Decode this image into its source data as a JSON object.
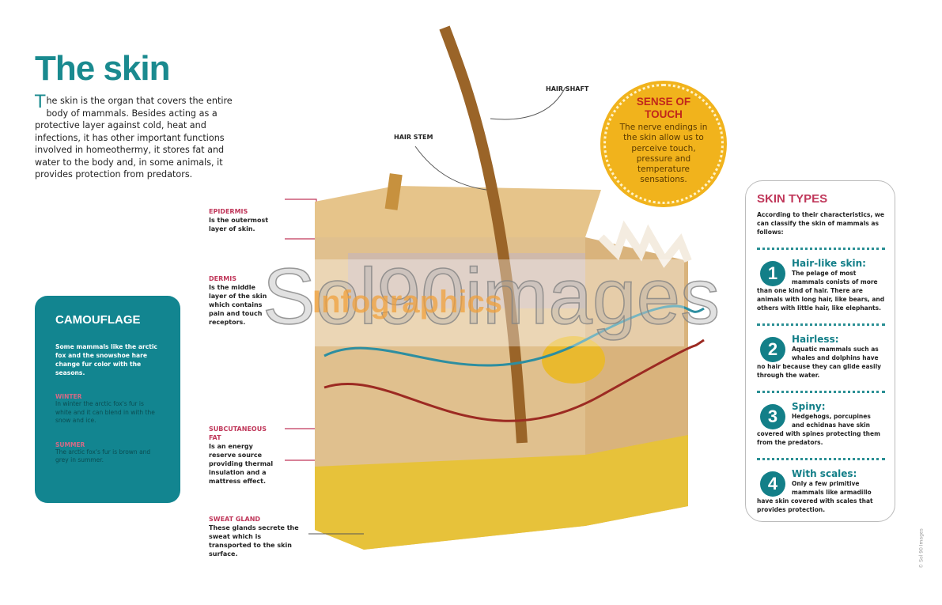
{
  "title": "The skin",
  "intro": {
    "cap": "T",
    "text": "he skin is the organ that covers the entire body of mammals. Besides acting as a protective layer against cold, heat and infections, it has other important functions involved in homeothermy, it stores fat and water to the body and, in some animals, it provides protection from predators."
  },
  "labels": {
    "hair_shaft": "HAIR SHAFT",
    "hair_stem": "HAIR STEM",
    "epidermis": {
      "h": "EPIDERMIS",
      "t": "Is the outermost layer of skin."
    },
    "dermis": {
      "h": "DERMIS",
      "t": "Is the middle layer of the skin which contains pain and touch receptors."
    },
    "fat": {
      "h": "SUBCUTANEOUS FAT",
      "t": "Is an energy reserve source providing thermal insulation and a mattress effect."
    },
    "sweat": {
      "h": "SWEAT GLAND",
      "t": "These glands secrete the sweat which is transported to the skin surface."
    }
  },
  "camouflage": {
    "title": "CAMOUFLAGE",
    "text": "Some mammals like the arctic fox and the snowshoe hare change fur color with the seasons.",
    "winter_h": "WINTER",
    "winter_t": "In winter the arctic fox's fur is white and it can blend in with the snow and ice.",
    "summer_h": "SUMMER",
    "summer_t": "The arctic fox's fur is brown and grey in summer."
  },
  "touch": {
    "title": "SENSE OF TOUCH",
    "text": "The nerve endings in the skin allow us to perceive touch, pressure and temperature sensations."
  },
  "skin_types": {
    "title": "SKIN TYPES",
    "intro": "According to their characteristics, we can classify the skin of mammals as follows:",
    "items": [
      {
        "n": "1",
        "t": "Hair-like skin:",
        "d": "The pelage of most mammals conists of more than one kind of hair. There are animals with long hair, like bears, and others with little hair, like elephants."
      },
      {
        "n": "2",
        "t": "Hairless:",
        "d": "Aquatic mammals such as whales and dolphins have no hair because they can glide easily through the water."
      },
      {
        "n": "3",
        "t": "Spiny:",
        "d": "Hedgehogs, porcupines and echidnas have skin covered with spines protecting them from the predators."
      },
      {
        "n": "4",
        "t": "With scales:",
        "d": "Only a few primitive mammals like armadillo have skin covered with scales that provides protection."
      }
    ]
  },
  "watermark": {
    "main": "Sol90images",
    "overlay": "Infographics"
  },
  "credit": "© Sol 90 Images",
  "colors": {
    "teal": "#128590",
    "pink": "#c0375a",
    "yellow": "#f1b31c"
  }
}
